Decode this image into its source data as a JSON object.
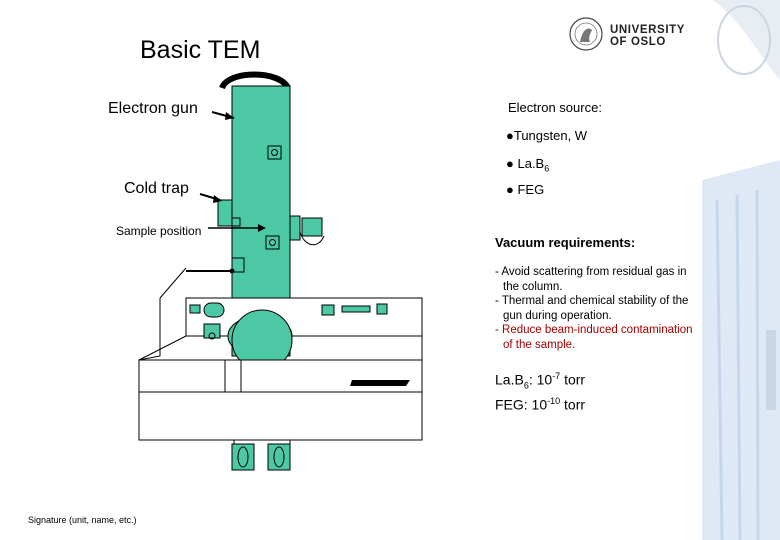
{
  "slide": {
    "title": "Basic TEM",
    "labels": {
      "electron_gun": "Electron gun",
      "cold_trap": "Cold trap",
      "sample_position": "Sample position"
    },
    "source": {
      "heading": "Electron source:",
      "items": [
        {
          "bullet": "●",
          "text": "Tungsten, W"
        },
        {
          "bullet": "●",
          "text": "La.B",
          "sub": "6"
        },
        {
          "bullet": "●",
          "text": "FEG"
        }
      ]
    },
    "vacuum": {
      "heading": "Vacuum requirements:",
      "items": [
        {
          "line1": "- Avoid scattering from residual gas in",
          "line2": "the column."
        },
        {
          "line1": "- Thermal and chemical stability of the",
          "line2": "gun during operation."
        },
        {
          "line1": "- Reduce beam-induced contamination",
          "line2": "of the sample."
        }
      ]
    },
    "pressures": {
      "lab6_prefix": "La.B",
      "lab6_sub": "6",
      "lab6_value": ": 10",
      "lab6_exp": "-7",
      "lab6_unit": " torr",
      "feg_prefix": "FEG: 10",
      "feg_exp": "-10",
      "feg_unit": " torr"
    },
    "footer": "Signature (unit, name, etc.)"
  },
  "logo": {
    "line1": "UNIVERSITY",
    "line2": "OF OSLO",
    "icon": "university-seal-icon"
  },
  "colors": {
    "column_fill": "#4cc9a4",
    "outline": "#000000",
    "red_text": "#a30000",
    "deco_blue": "#dfe9f6"
  }
}
